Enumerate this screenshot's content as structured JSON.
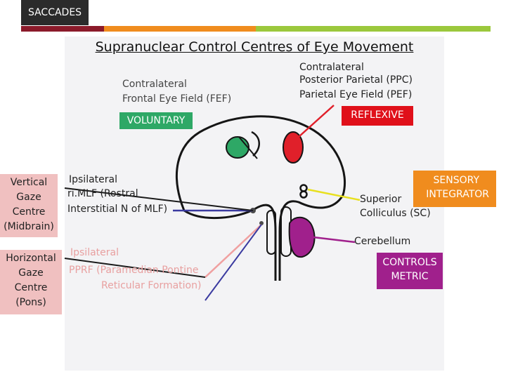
{
  "header": {
    "tag": "SACCADES"
  },
  "title": "Supranuclear Control Centres of Eye Movement",
  "labels": {
    "fef_line1": "Contralateral",
    "fef_line2": "Frontal Eye Field (FEF)",
    "voluntary": "VOLUNTARY",
    "ppc_line1": "Contralateral",
    "ppc_line2": "Posterior Parietal (PPC)",
    "ppc_line3": "Parietal Eye Field (PEF)",
    "reflexive": "REFLEXIVE",
    "vgc_line1": "Vertical",
    "vgc_line2": "Gaze",
    "vgc_line3": "Centre",
    "vgc_line4": "(Midbrain)",
    "rimlf_line1": "Ipsilateral",
    "rimlf_line2": "ri.MLF (Rostral",
    "rimlf_line3": "Interstitial N of MLF)",
    "sensory_line1": "SENSORY",
    "sensory_line2": "INTEGRATOR",
    "sc_line1": "Superior",
    "sc_line2": "Colliculus (SC)",
    "cerebellum": "Cerebellum",
    "hgc_line1": "Horizontal",
    "hgc_line2": "Gaze",
    "hgc_line3": "Centre",
    "hgc_line4": "(Pons)",
    "pprf_line1": "Ipsilateral",
    "pprf_line2": "PPRF (Paramedian Pontine",
    "pprf_line3": "Reticular Formation)",
    "controls_line1": "CONTROLS",
    "controls_line2": "METRIC"
  },
  "colors": {
    "stripe_red": "#8b1a2a",
    "stripe_orange": "#f08c1e",
    "stripe_green": "#9bc83c",
    "fef_green": "#2ea866",
    "ppc_red": "#e0202a",
    "cerebellum_purple": "#a0208c",
    "sensory_orange": "#f08c1e",
    "vgc_pink": "#f0c0c0",
    "reflexive_red": "#e0101a",
    "controls_purple": "#a0208c"
  }
}
